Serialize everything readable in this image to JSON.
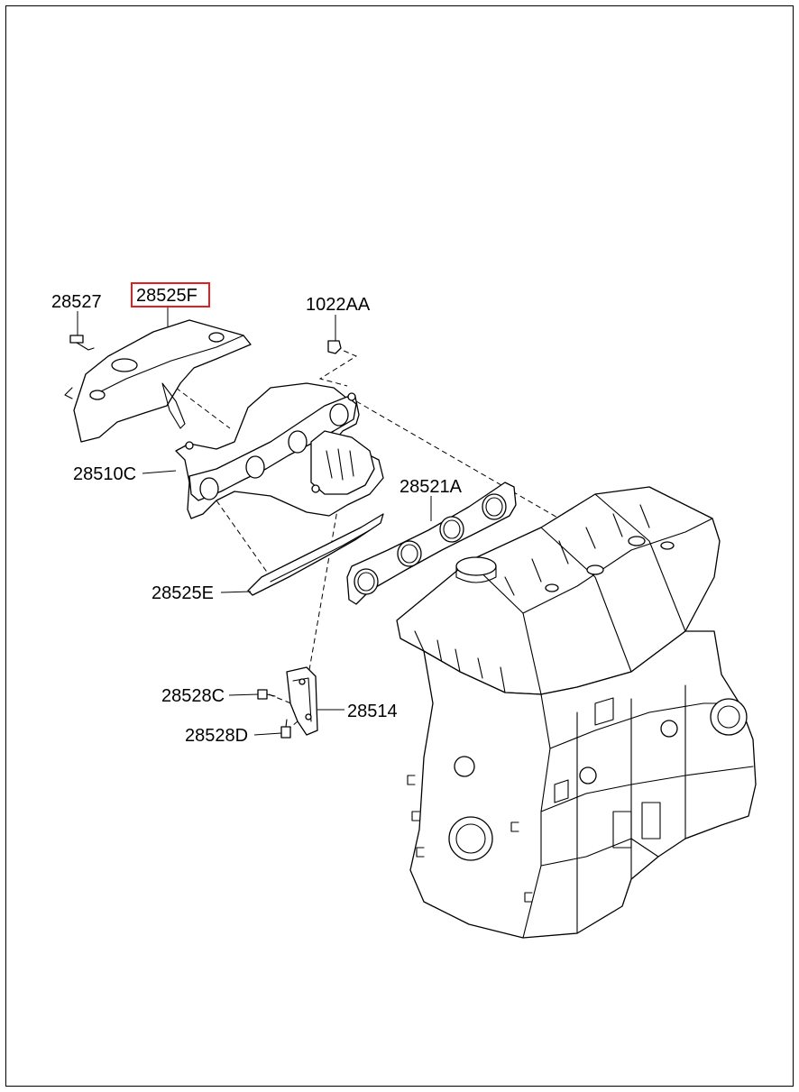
{
  "diagram": {
    "highlight_color": "#e02020",
    "labels": {
      "p28527": "28527",
      "p28525F": "28525F",
      "p1022AA": "1022AA",
      "p28510C": "28510C",
      "p28521A": "28521A",
      "p28525E": "28525E",
      "p28528C": "28528C",
      "p28514": "28514",
      "p28528D": "28528D"
    },
    "highlighted_part": "28525F"
  }
}
